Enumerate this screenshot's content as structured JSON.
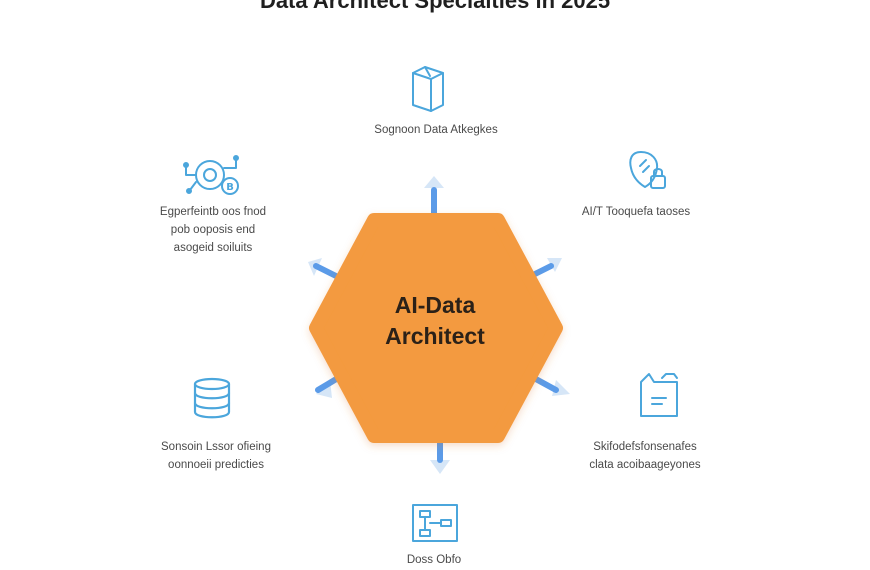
{
  "title": "Data Architect Specialties in 2025",
  "center": {
    "line1": "AI-Data",
    "line2": "Architect",
    "color": "#F39A3F"
  },
  "colors": {
    "icon": "#4BA6DC",
    "arrow": "#5B9BE8",
    "arrow_glow": "#D6E6F7"
  },
  "nodes": [
    {
      "id": "top",
      "icon": "document-stack-icon",
      "lines": [
        "Sognoon Data Atkegkes"
      ]
    },
    {
      "id": "top-right",
      "icon": "ai-shield-icon",
      "lines": [
        "AI/T Tooquefa taoses"
      ]
    },
    {
      "id": "bottom-right",
      "icon": "folder-document-icon",
      "lines": [
        "Skifodefsfonsenafes",
        "clata acoibaageyones"
      ]
    },
    {
      "id": "bottom",
      "icon": "flowchart-icon",
      "lines": [
        "Doss Obfo"
      ]
    },
    {
      "id": "bottom-left",
      "icon": "database-icon",
      "lines": [
        "Sonsoin Lssor ofieing",
        "oonnoeii predicties"
      ]
    },
    {
      "id": "top-left",
      "icon": "gear-network-icon",
      "lines": [
        "Egperfeintb oos fnod",
        "pob ooposis end",
        "asogeid soiluits"
      ]
    }
  ]
}
